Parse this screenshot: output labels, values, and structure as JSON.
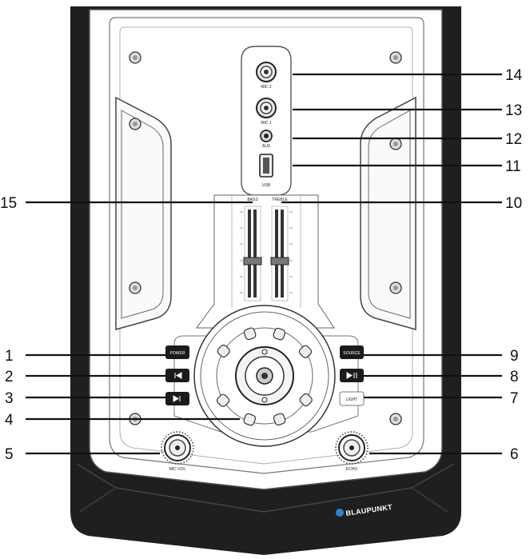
{
  "brand": "BLAUPUNKT",
  "jack_labels": {
    "mic2": "MIC 2",
    "mic1": "MIC 1",
    "aux": "AUX",
    "usb": "USB"
  },
  "slider_labels": {
    "bass": "BASS",
    "treble": "TREBLE"
  },
  "button_labels": {
    "power": "POWER",
    "source": "SOURCE",
    "light": "LIGHT"
  },
  "knob_labels": {
    "mic_vol": "MIC VOL",
    "echo": "ECHO"
  },
  "callouts": {
    "n1": "1",
    "n2": "2",
    "n3": "3",
    "n4": "4",
    "n5": "5",
    "n6": "6",
    "n7": "7",
    "n8": "8",
    "n9": "9",
    "n10": "10",
    "n11": "11",
    "n12": "12",
    "n13": "13",
    "n14": "14",
    "n15": "15"
  },
  "colors": {
    "housing": "#222222",
    "panel": "#ffffff",
    "outline": "#333333",
    "brand_dot": "#2a86d6"
  }
}
